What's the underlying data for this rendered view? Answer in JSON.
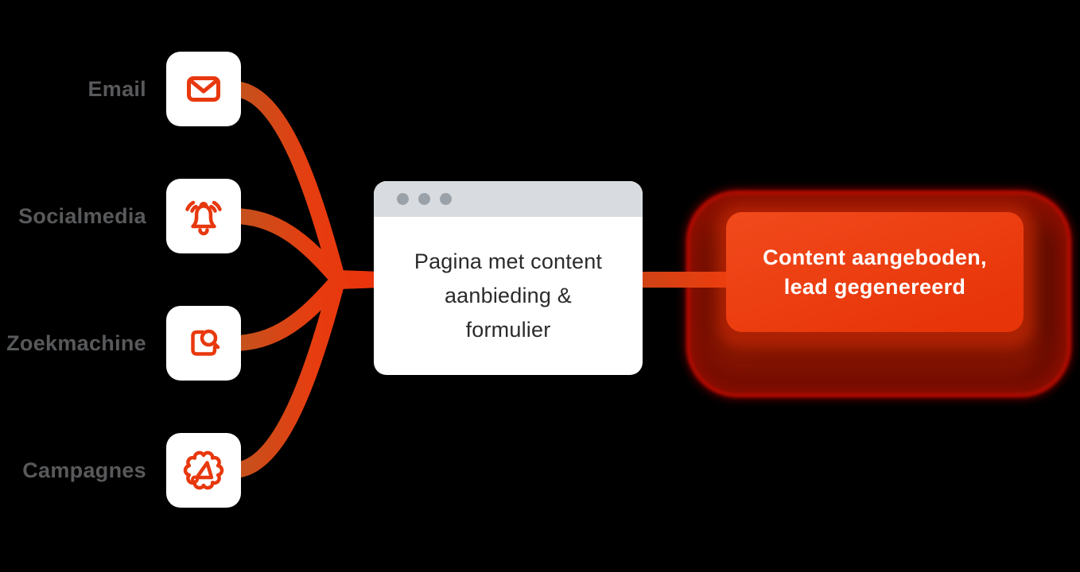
{
  "background_color": "#000000",
  "accent_color": "#e8380e",
  "label_color": "#58595b",
  "sources": [
    {
      "label": "Email",
      "icon": "envelope-icon"
    },
    {
      "label": "Socialmedia",
      "icon": "bell-alert-icon"
    },
    {
      "label": "Zoekmachine",
      "icon": "page-search-icon"
    },
    {
      "label": "Campagnes",
      "icon": "badge-megaphone-icon"
    }
  ],
  "page_card": {
    "type": "browser-window",
    "text_lines": [
      "Pagina met content",
      "aanbieding &",
      "formulier"
    ],
    "titlebar_color": "#d8dbdf",
    "dot_color": "#9ba1a8",
    "dots": 3
  },
  "result_card": {
    "text_lines": [
      "Content aangeboden,",
      "lead gegenereerd"
    ],
    "background_start": "#f14a1c",
    "background_end": "#e73408",
    "text_color": "#ffffff",
    "glow_color": "#c40e00"
  },
  "connector_color_start": "#c3521d",
  "connector_color_end": "#ea330b"
}
